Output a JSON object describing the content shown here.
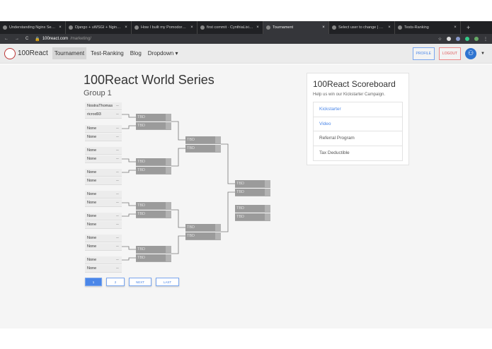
{
  "browser": {
    "tabs": [
      {
        "title": "Understanding Nginx Server",
        "active": false
      },
      {
        "title": "Django + uWSGI + Nginx + ...",
        "active": false
      },
      {
        "title": "How I built my Pomodoro Cl...",
        "active": false
      },
      {
        "title": "first commit · CynthiaLixin...",
        "active": false
      },
      {
        "title": "Tournament",
        "active": true
      },
      {
        "title": "Select user to change | Dja...",
        "active": false
      },
      {
        "title": "Tests-Ranking",
        "active": false
      }
    ],
    "url_host": "100react.com",
    "url_path": "/marketing/"
  },
  "nav": {
    "brand": "100React",
    "links": [
      "Tournament",
      "Test-Ranking",
      "Blog",
      "Dropdown ▾"
    ],
    "active_link": "Tournament",
    "profile": "PROFILE",
    "logout": "LOGOUT"
  },
  "main": {
    "title": "100React World Series",
    "group": "Group 1",
    "players": [
      "NostraThomas",
      "ricrod93",
      "None",
      "None",
      "None",
      "None",
      "None",
      "None",
      "None",
      "None",
      "None",
      "None",
      "None",
      "None",
      "None",
      "None"
    ],
    "score_placeholder": "--",
    "round_label": "TBD",
    "pagination": [
      "1",
      "2",
      "NEXT",
      "LAST"
    ],
    "current_page": "1"
  },
  "scoreboard": {
    "title": "100React Scoreboard",
    "subtitle": "Help us win our Kickstarter Campaign.",
    "items": [
      {
        "label": "Kickstarter",
        "link": true
      },
      {
        "label": "Video",
        "link": true
      },
      {
        "label": "Referral Program",
        "link": false
      },
      {
        "label": "Tax Deductible",
        "link": false
      }
    ]
  },
  "colors": {
    "accent": "#4a86e8",
    "logout": "#dd5555",
    "match_box": "#9b9b9b"
  }
}
